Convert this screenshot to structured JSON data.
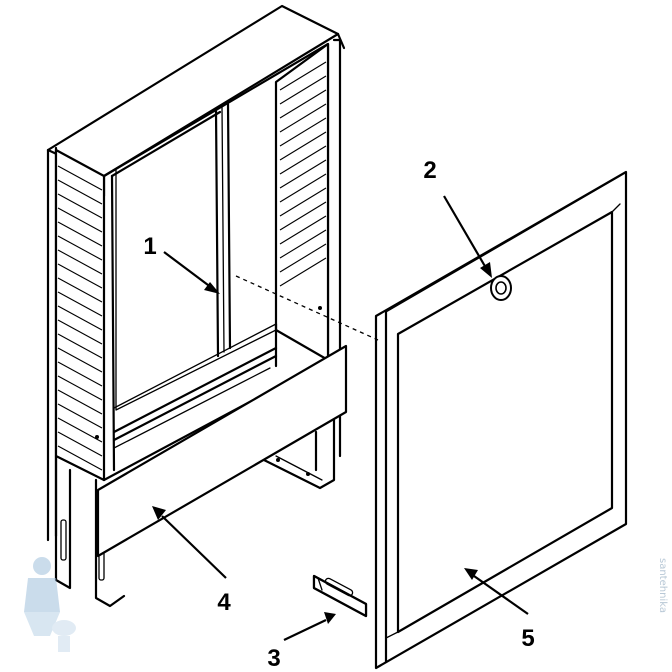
{
  "callouts": [
    {
      "id": "1",
      "label": "1"
    },
    {
      "id": "2",
      "label": "2"
    },
    {
      "id": "3",
      "label": "3"
    },
    {
      "id": "4",
      "label": "4"
    },
    {
      "id": "5",
      "label": "5"
    }
  ],
  "watermark": {
    "text": "santehnika",
    "color": "#b8c8d6",
    "icon": "plumber-mascot-icon"
  },
  "colors": {
    "line": "#000000",
    "background": "#ffffff"
  }
}
